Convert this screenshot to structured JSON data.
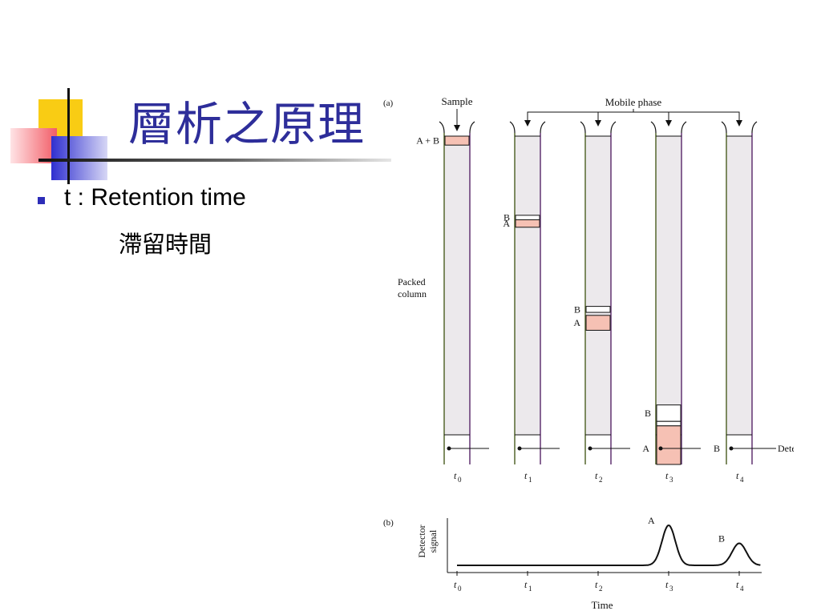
{
  "slide": {
    "title": "層析之原理",
    "bullet": "t : Retention time",
    "bullet_sub": "滯留時間"
  },
  "colors": {
    "title": "#2e2e9a",
    "bullet": "#2d2db8",
    "band": "#f6c1b4",
    "deco_yellow": "#f9cc14",
    "deco_blue": "#2f2fd0",
    "deco_red": "#f25c66"
  },
  "figure": {
    "panel_a": {
      "label": "(a)",
      "sample_label": "Sample",
      "mobile_phase_label": "Mobile phase",
      "packed_column_label": [
        "Packed",
        "column"
      ],
      "detector_label": "Detector",
      "columns": [
        {
          "time": "t",
          "sub": "0",
          "bands": [
            {
              "label": "A + B",
              "from": 0.0,
              "to": 0.03,
              "filled": true
            }
          ],
          "detector_label": ""
        },
        {
          "time": "t",
          "sub": "1",
          "bands": [
            {
              "label": "B",
              "from": 0.265,
              "to": 0.28,
              "filled": false
            },
            {
              "label": "A",
              "from": 0.28,
              "to": 0.305,
              "filled": true
            }
          ],
          "detector_label": ""
        },
        {
          "time": "t",
          "sub": "2",
          "bands": [
            {
              "label": "B",
              "from": 0.57,
              "to": 0.59,
              "filled": false
            },
            {
              "label": "A",
              "from": 0.6,
              "to": 0.65,
              "filled": true
            }
          ],
          "detector_label": ""
        },
        {
          "time": "t",
          "sub": "3",
          "bands": [
            {
              "label": "B",
              "from": 0.9,
              "to": 0.955,
              "filled": false
            },
            {
              "label": "",
              "from": 0.955,
              "to": 0.97,
              "filled": false
            },
            {
              "label": "",
              "from": 0.97,
              "to": 1.0,
              "filled": true
            }
          ],
          "detector_label": "A"
        },
        {
          "time": "t",
          "sub": "4",
          "bands": [],
          "detector_label": "B"
        }
      ]
    },
    "panel_b": {
      "label": "(b)",
      "ylabel_lines": [
        "Detector",
        "signal"
      ],
      "xlabel": "Time",
      "ticks": [
        {
          "t": "t",
          "sub": "0"
        },
        {
          "t": "t",
          "sub": "1"
        },
        {
          "t": "t",
          "sub": "2"
        },
        {
          "t": "t",
          "sub": "3"
        },
        {
          "t": "t",
          "sub": "4"
        }
      ],
      "peaks": [
        {
          "label": "A",
          "at": 3,
          "height": 1.0,
          "width": 0.14
        },
        {
          "label": "B",
          "at": 4,
          "height": 0.55,
          "width": 0.15
        }
      ]
    }
  }
}
